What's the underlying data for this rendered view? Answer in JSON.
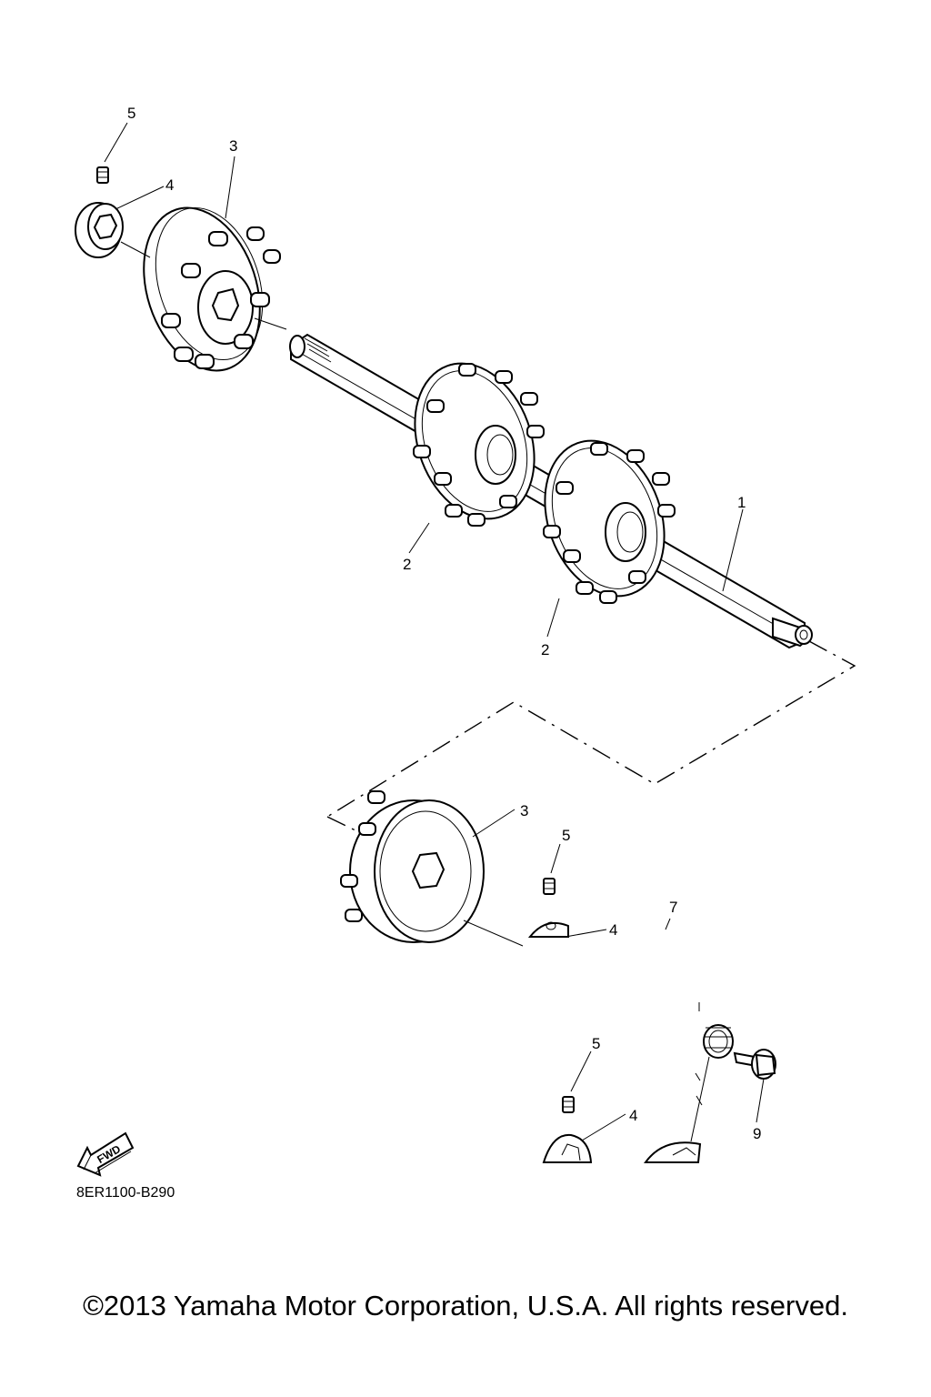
{
  "diagram": {
    "callouts": [
      {
        "id": "c1",
        "label": "1"
      },
      {
        "id": "c2a",
        "label": "2"
      },
      {
        "id": "c2b",
        "label": "2"
      },
      {
        "id": "c3a",
        "label": "3"
      },
      {
        "id": "c3b",
        "label": "3"
      },
      {
        "id": "c4a",
        "label": "4"
      },
      {
        "id": "c4b",
        "label": "4"
      },
      {
        "id": "c4c",
        "label": "4"
      },
      {
        "id": "c5a",
        "label": "5"
      },
      {
        "id": "c5b",
        "label": "5"
      },
      {
        "id": "c5c",
        "label": "5"
      },
      {
        "id": "c7",
        "label": "7"
      },
      {
        "id": "c9",
        "label": "9"
      }
    ],
    "fwd_label": "FWD",
    "diagram_code": "8ER1100-B290"
  },
  "footer": {
    "copyright": "©2013 Yamaha Motor Corporation, U.S.A. All rights reserved."
  }
}
